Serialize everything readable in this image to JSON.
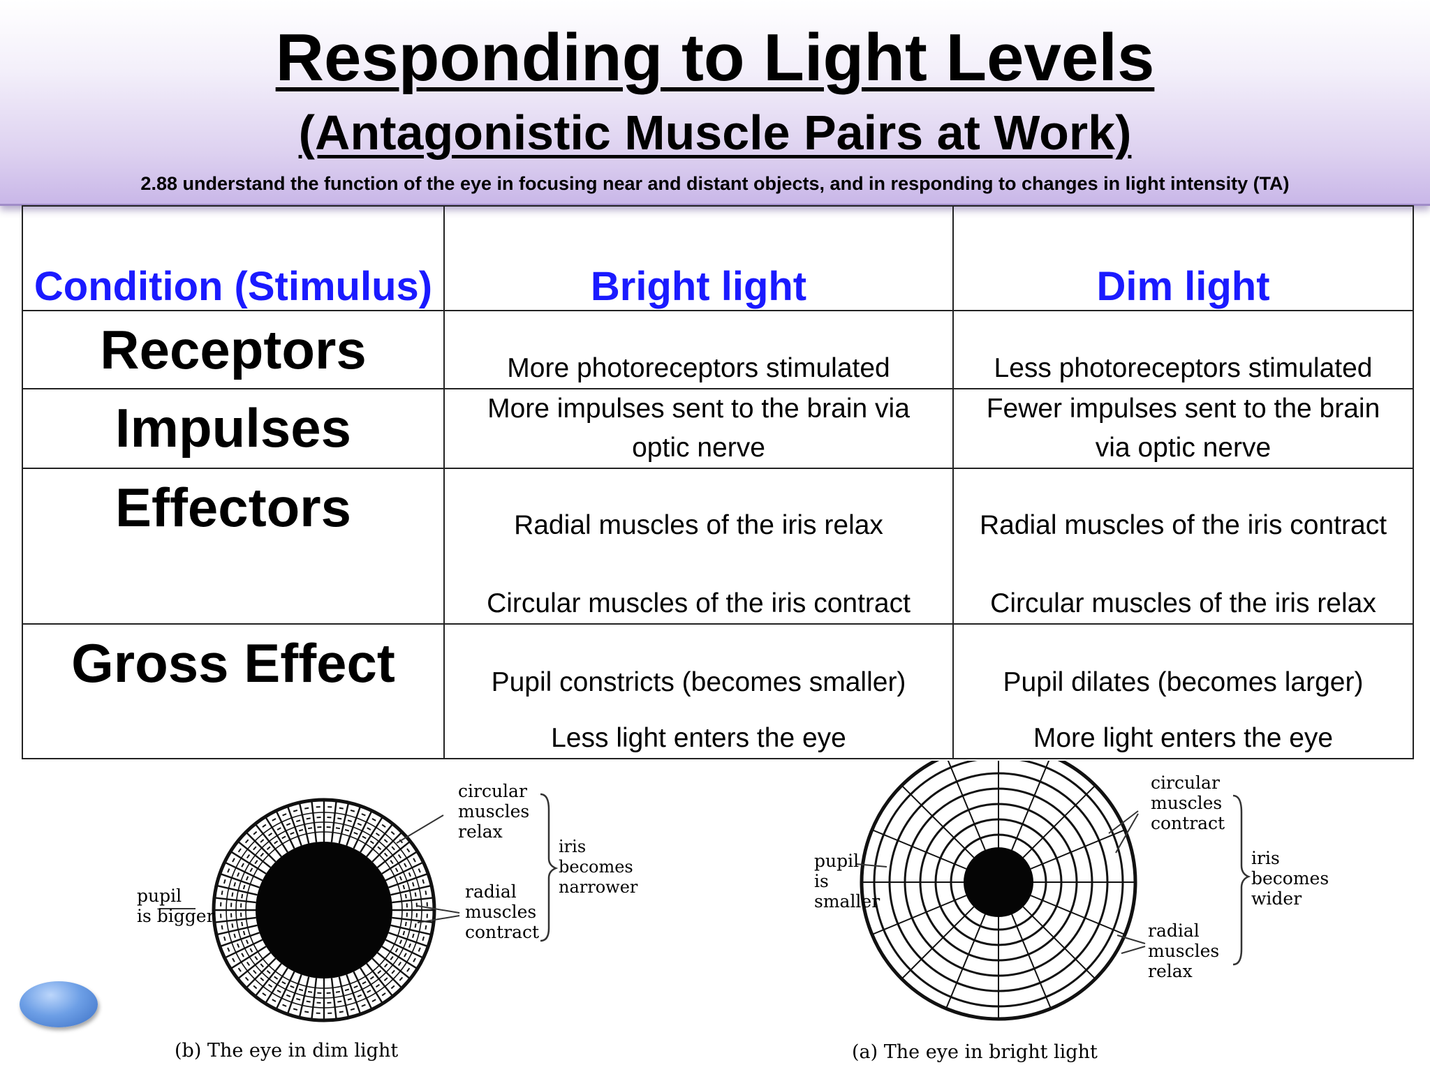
{
  "header": {
    "title": "Responding to Light Levels",
    "subtitle": "(Antagonistic Muscle Pairs at Work)",
    "spec": "2.88 understand the function of the eye in focusing near and distant objects, and in responding to changes in light intensity (TA)"
  },
  "table": {
    "headers": [
      "Condition (Stimulus)",
      "Bright light",
      "Dim light"
    ],
    "rows": [
      {
        "label": "Receptors",
        "bright": [
          "More photoreceptors stimulated"
        ],
        "dim": [
          "Less photoreceptors stimulated"
        ]
      },
      {
        "label": "Impulses",
        "bright": [
          "More impulses sent to the brain via",
          "optic nerve"
        ],
        "dim": [
          "Fewer impulses sent to the brain",
          "via optic nerve"
        ]
      },
      {
        "label": "Effectors",
        "bright": [
          "Radial muscles of the iris relax",
          "Circular muscles of the iris contract"
        ],
        "dim": [
          "Radial muscles of the iris contract",
          "Circular muscles of the iris relax"
        ]
      },
      {
        "label": "Gross Effect",
        "bright": [
          "Pupil constricts (becomes smaller)",
          "Less light enters the eye"
        ],
        "dim": [
          "Pupil dilates (becomes larger)",
          "More light enters the eye"
        ]
      }
    ]
  },
  "diagrams": {
    "dim": {
      "circular": [
        "circular",
        "muscles",
        "relax"
      ],
      "iris": [
        "iris",
        "becomes",
        "narrower"
      ],
      "pupil": [
        "pupil",
        "is bigger"
      ],
      "radial": [
        "radial",
        "muscles",
        "contract"
      ],
      "caption": "(b)  The eye in dim light"
    },
    "bright": {
      "circular": [
        "circular",
        "muscles",
        "contract"
      ],
      "iris": [
        "iris",
        "becomes",
        "wider"
      ],
      "pupil": [
        "pupil",
        "is",
        "smaller"
      ],
      "radial": [
        "radial",
        "muscles",
        "relax"
      ],
      "caption": "(a)  The eye in bright light"
    }
  },
  "colors": {
    "header_bg": "#ddd1f0",
    "column_header_text": "#1a1aff",
    "bubble": "#6d9fe6"
  }
}
